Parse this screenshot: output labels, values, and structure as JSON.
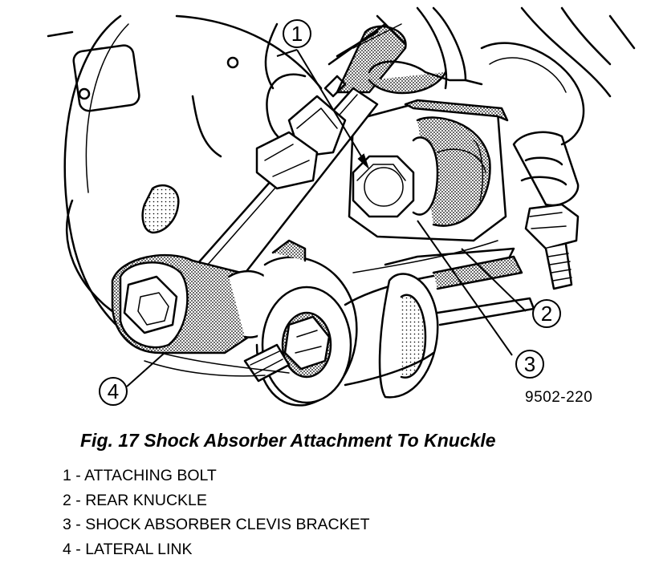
{
  "figure_code": "9502-220",
  "caption": "Fig. 17 Shock Absorber Attachment To Knuckle",
  "callouts": [
    "1",
    "2",
    "3",
    "4"
  ],
  "legend": [
    {
      "number": "1",
      "label": "ATTACHING BOLT"
    },
    {
      "number": "2",
      "label": "REAR KNUCKLE"
    },
    {
      "number": "3",
      "label": "SHOCK ABSORBER CLEVIS BRACKET"
    },
    {
      "number": "4",
      "label": "LATERAL LINK"
    }
  ]
}
